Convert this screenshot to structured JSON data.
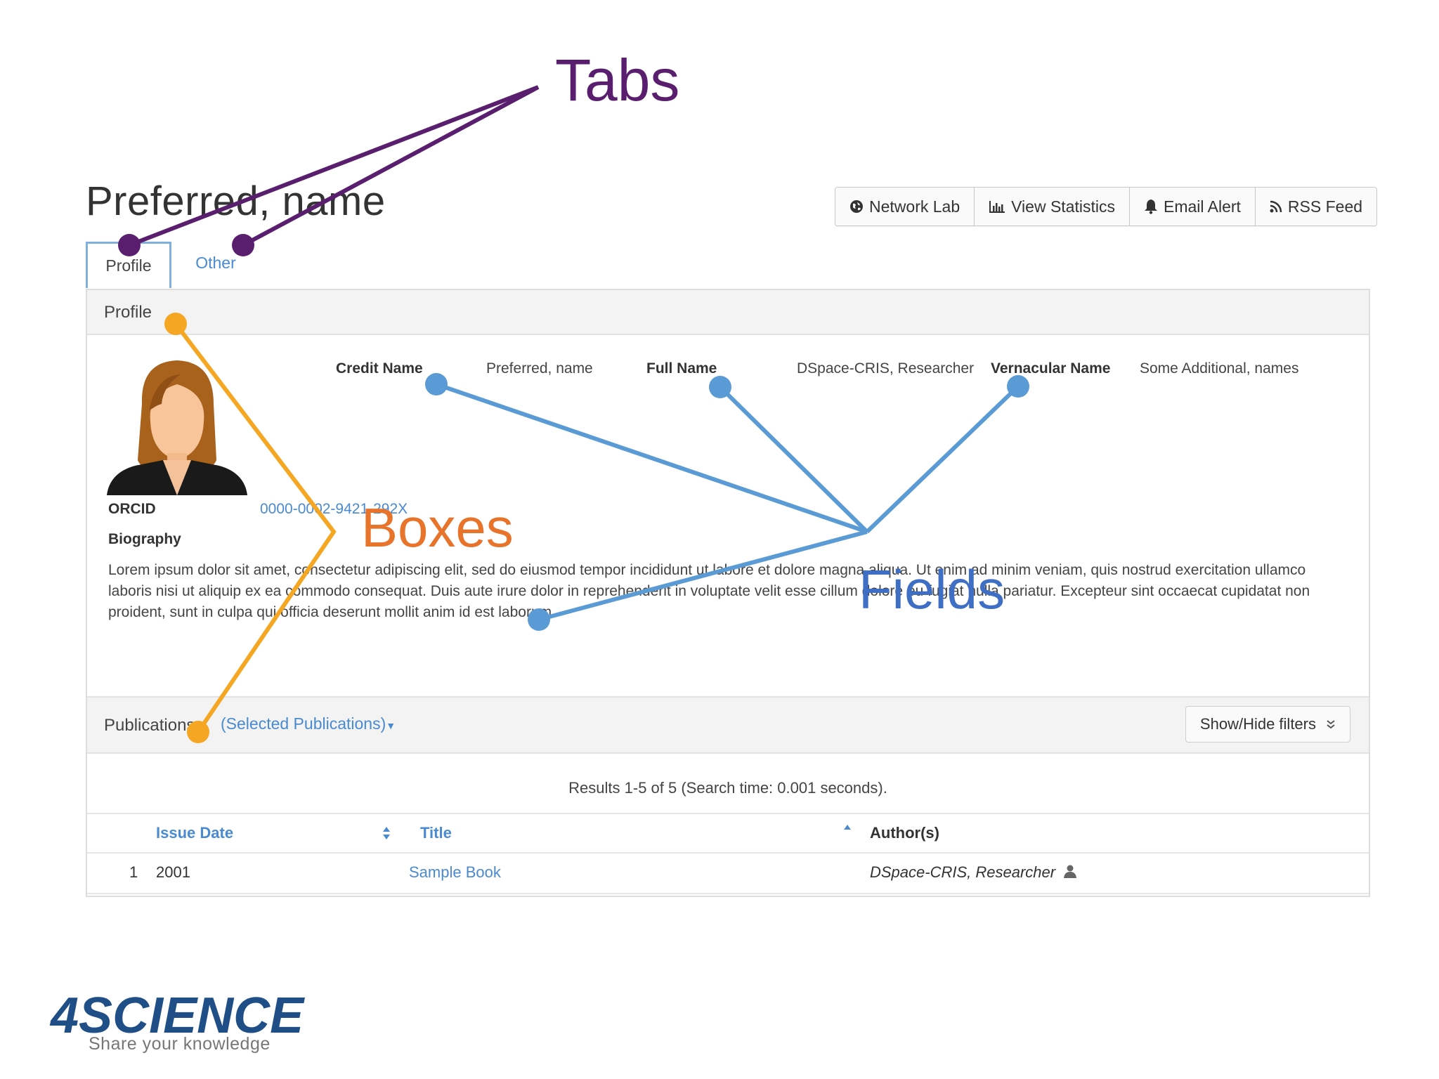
{
  "page": {
    "title": "Preferred, name"
  },
  "toolbar": {
    "buttons": [
      {
        "label": "Network Lab",
        "icon": "globe-icon"
      },
      {
        "label": "View Statistics",
        "icon": "bar-chart-icon"
      },
      {
        "label": "Email Alert",
        "icon": "bell-icon"
      },
      {
        "label": "RSS Feed",
        "icon": "rss-icon"
      }
    ]
  },
  "tabs": [
    {
      "label": "Profile",
      "active": true
    },
    {
      "label": "Other",
      "active": false
    }
  ],
  "profile_box": {
    "heading": "Profile",
    "fields": [
      {
        "label": "Credit Name",
        "value": "Preferred, name"
      },
      {
        "label": "Full Name",
        "value": "DSpace-CRIS, Researcher"
      },
      {
        "label": "Vernacular Name",
        "value": "Some Additional, names"
      }
    ],
    "orcid_label": "ORCID",
    "orcid_value": "0000-0002-9421-292X",
    "biography_label": "Biography",
    "biography_text": "Lorem ipsum dolor sit amet, consectetur adipiscing elit, sed do eiusmod tempor incididunt ut labore et dolore magna aliqua. Ut enim ad minim veniam, quis nostrud exercitation ullamco laboris nisi ut aliquip ex ea commodo consequat. Duis aute irure dolor in reprehenderit in voluptate velit esse cillum dolore eu fugiat nulla pariatur. Excepteur sint occaecat cupidatat non proident, sunt in culpa qui officia deserunt mollit anim id est laborum"
  },
  "publications_box": {
    "heading": "Publications",
    "selected": "(Selected Publications)",
    "filters_button": "Show/Hide filters",
    "results": "Results 1-5 of 5 (Search time: 0.001 seconds).",
    "columns": [
      "Issue Date",
      "Title",
      "Author(s)"
    ],
    "rows": [
      {
        "index": "1",
        "date": "2001",
        "title": "Sample Book",
        "authors": "DSpace-CRIS, Researcher"
      }
    ]
  },
  "annotations": {
    "tabs": "Tabs",
    "boxes": "Boxes",
    "fields": "Fields",
    "colors": {
      "tabs": "#5a1e6e",
      "boxes": "#f5a623",
      "fields": "#5b9bd5"
    }
  },
  "logo": {
    "name": "4SCIENCE",
    "tagline": "Share your knowledge"
  }
}
